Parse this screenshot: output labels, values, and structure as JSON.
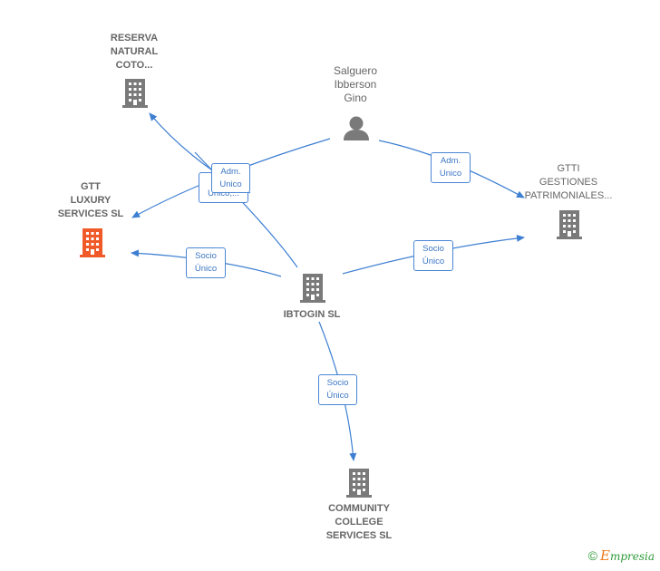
{
  "nodes": {
    "reserva": {
      "lines": [
        "RESERVA",
        "NATURAL",
        "COTO..."
      ],
      "kind": "company"
    },
    "salguero": {
      "lines": [
        "Salguero",
        "Ibberson",
        "Gino"
      ],
      "kind": "person"
    },
    "gtti": {
      "lines": [
        "GTTI",
        "GESTIONES",
        "PATRIMONIALES..."
      ],
      "kind": "company"
    },
    "gtt_luxury": {
      "lines": [
        "GTT",
        "LUXURY",
        "SERVICES  SL"
      ],
      "kind": "company-highlighted"
    },
    "ibtogin": {
      "lines": [
        "IBTOGIN  SL"
      ],
      "kind": "company"
    },
    "community": {
      "lines": [
        "COMMUNITY",
        "COLLEGE",
        "SERVICES  SL"
      ],
      "kind": "company"
    }
  },
  "edges": {
    "salguero_gtt": {
      "lines": [
        "Adm.",
        "Unico"
      ],
      "back_lines": [
        "Unico,..."
      ]
    },
    "salguero_gtti": {
      "lines": [
        "Adm.",
        "Unico"
      ]
    },
    "ibtogin_gtt": {
      "lines": [
        "Socio",
        "Único"
      ]
    },
    "ibtogin_gtti": {
      "lines": [
        "Socio",
        "Único"
      ]
    },
    "ibtogin_community": {
      "lines": [
        "Socio",
        "Único"
      ]
    }
  },
  "colors": {
    "edge": "#3d7fd1",
    "building": "#7a7a7a",
    "building_highlight": "#f05a28",
    "text": "#666666"
  },
  "footer": {
    "copyright": "©",
    "brand_first": "E",
    "brand_rest": "mpresia"
  }
}
